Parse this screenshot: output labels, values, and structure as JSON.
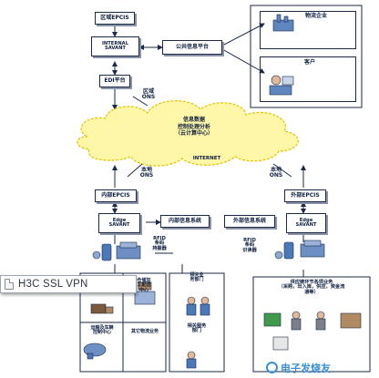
{
  "nodes": {
    "region_epcis": "区域EPCIS",
    "internal_savant": "INTERNAL\nSAVANT",
    "public_platform": "公共信息平台",
    "logistics_company": "物流企业",
    "customer": "客户",
    "edi_platform": "EDI平台",
    "region_ons": "区域\nONS",
    "cloud_center": "信息数据\n控制处理分析\n（云计算中心）",
    "internet": "INTERNET",
    "local_ons_left": "本地\nONS",
    "local_ons_right": "本地\nONS",
    "internal_epcis": "内部EPCIS",
    "external_epcis": "外部EPCIS",
    "edge_savant_left": "Edge\nSAVANT",
    "edge_savant_right": "Edge\nSAVANT",
    "internal_info_system": "内部信息系统",
    "external_info_system": "外部信息系统",
    "rfid_reader_left": "RFID\n条码\n持握器",
    "rfid_reader_right": "RFID\n条码\n识读器",
    "warehouse_partial": "仓储加\n工配送\n中心",
    "transport_center": "运输及车辆\n控制中心",
    "other_business": "其它物流业务",
    "related_service": "相关服务\n部门",
    "related_service_top": "相关业\n务部门",
    "bottom_right_title": "供应链环节各项业务\n（采购，出入库，供应，资金流\n通等）"
  },
  "overlay": {
    "vpn_text": "H3C SSL VPN",
    "watermark": "电子发烧友"
  },
  "colors": {
    "line": "#1a2a48",
    "cloud_fill": "#fff7a8",
    "cloud_stroke": "#e0c400",
    "accent_blue": "#3a8fd0"
  }
}
